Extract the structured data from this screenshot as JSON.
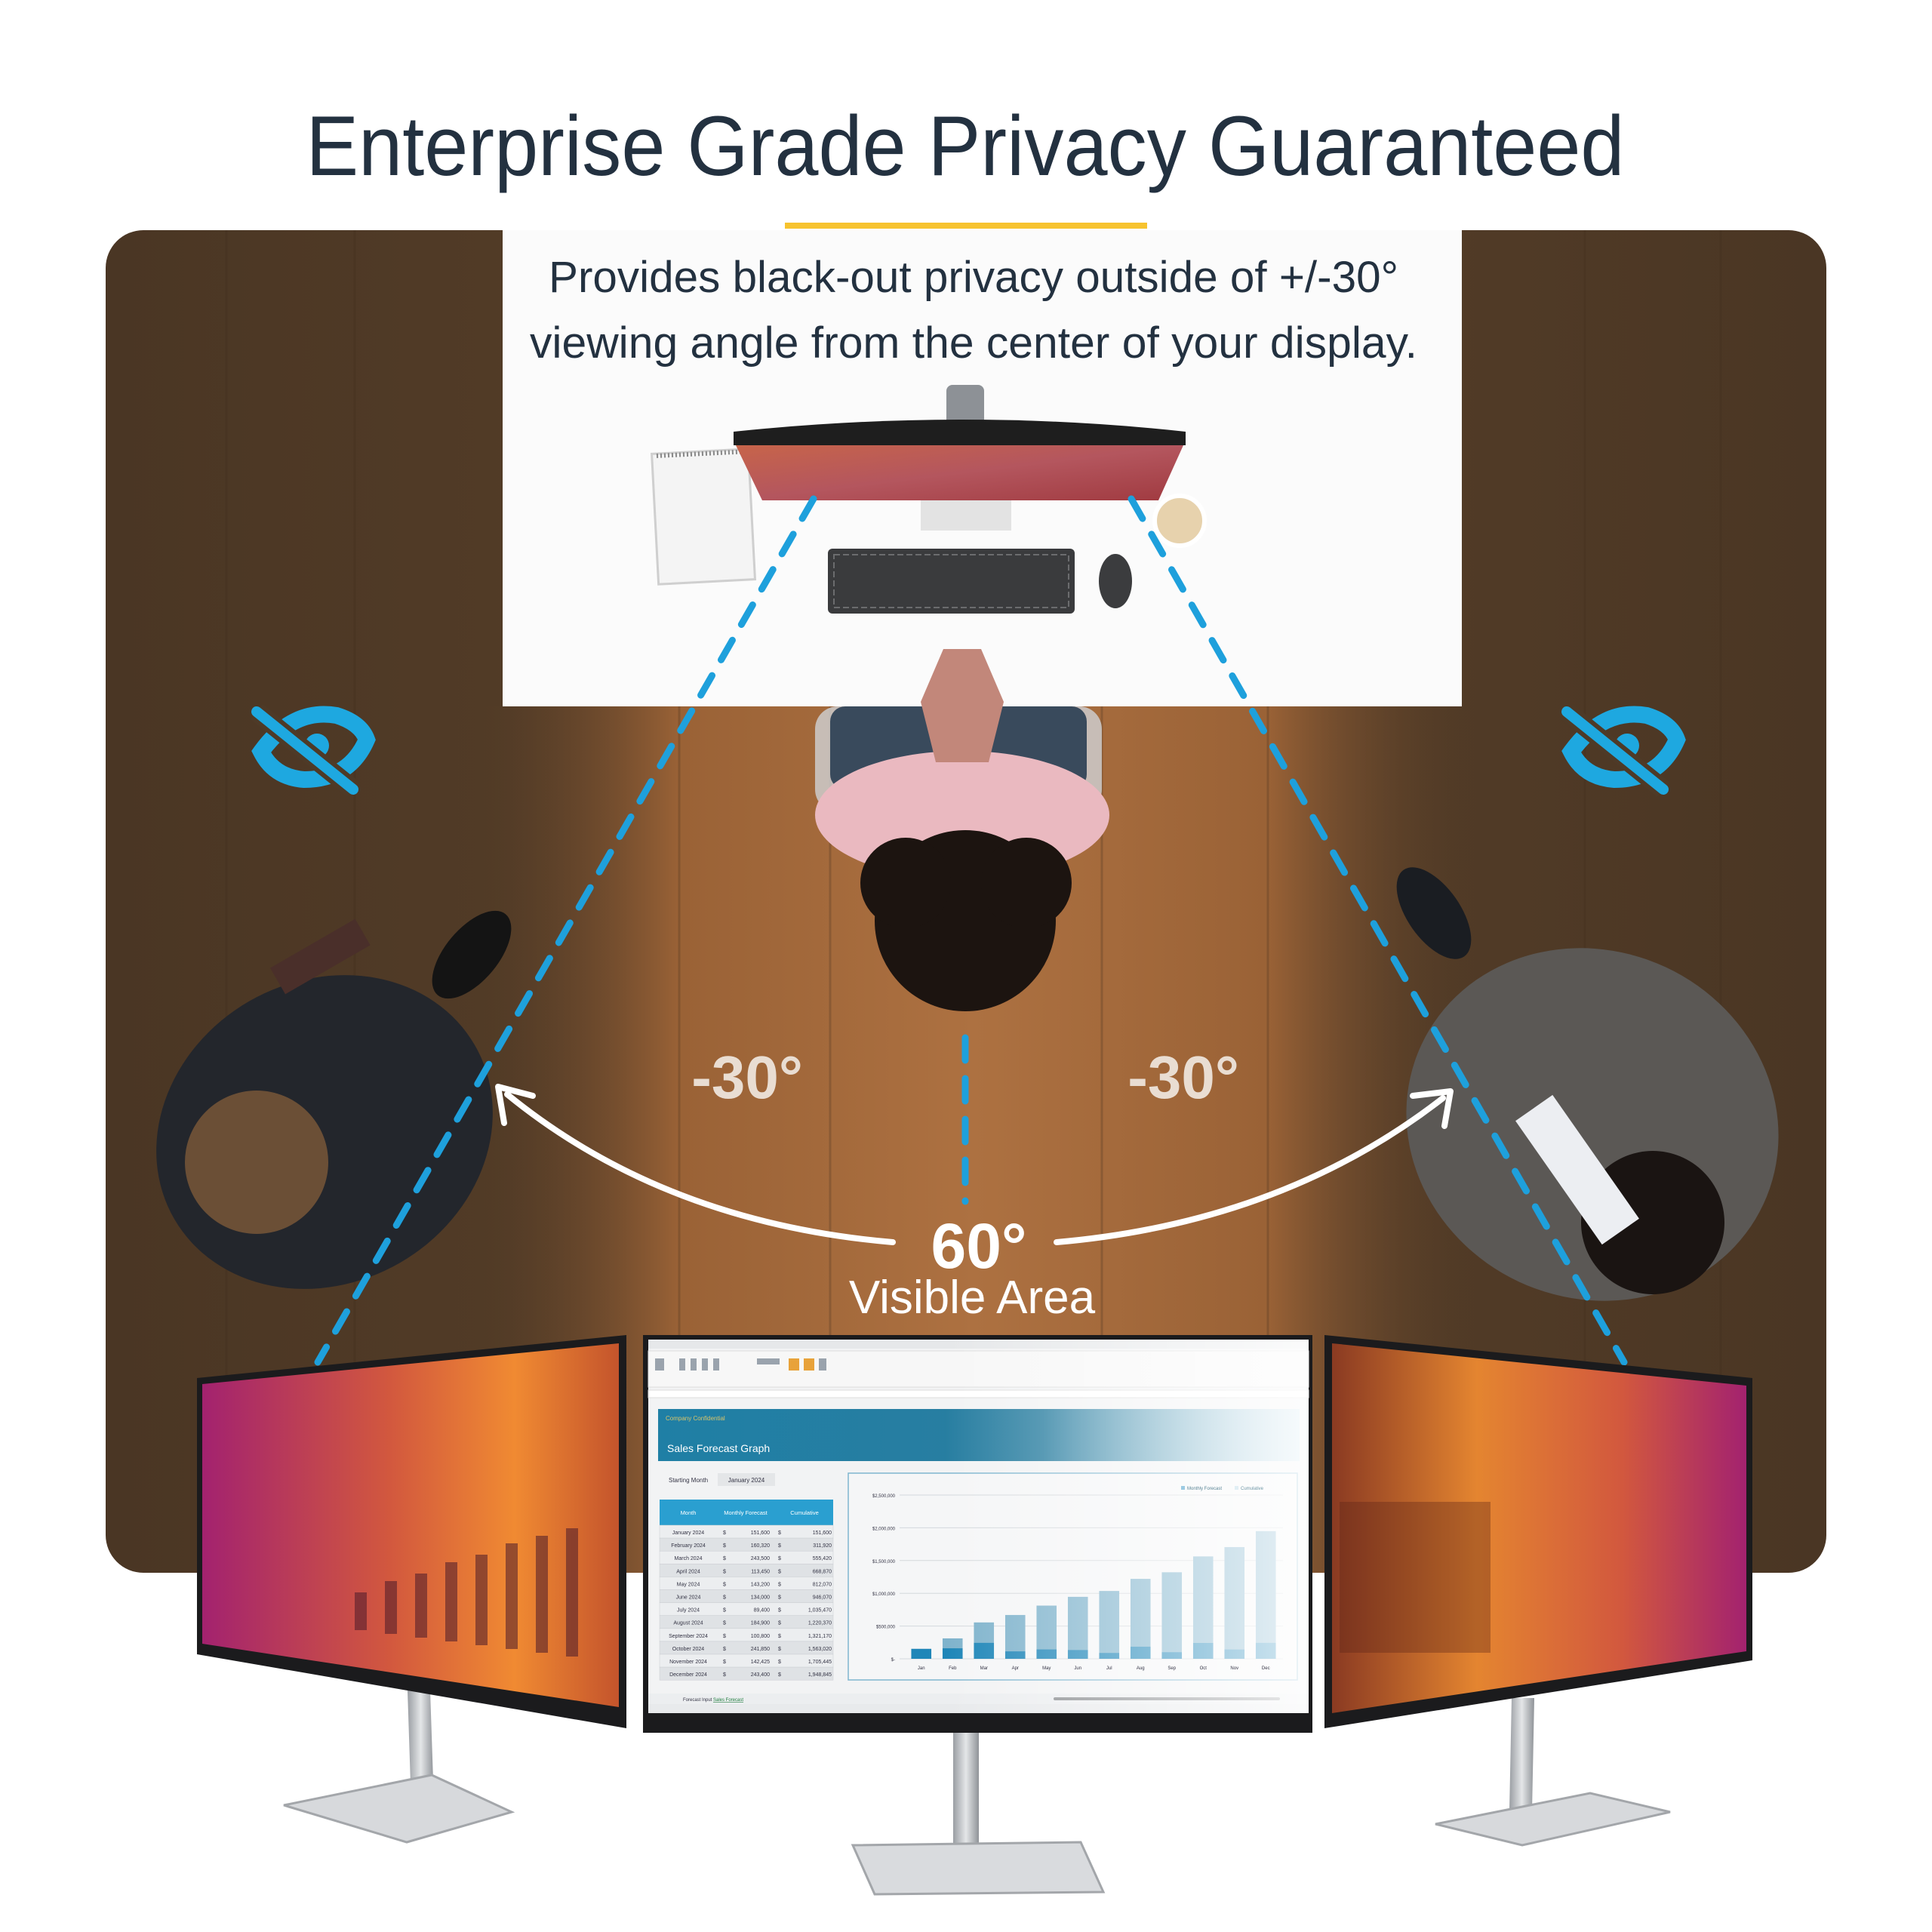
{
  "title": "Enterprise Grade Privacy Guaranteed",
  "subtitle_lines": [
    "Provides black-out privacy outside of +/-30°",
    "viewing angle from the center of your display."
  ],
  "angle_labels": {
    "left": "-30°",
    "right": "-30°",
    "center": "60°",
    "center_caption": "Visible Area"
  },
  "icons": {
    "left_privacy": "eye-slash-icon",
    "right_privacy": "eye-slash-icon"
  },
  "colors": {
    "title": "#233140",
    "accent_yellow": "#f7c32e",
    "line_blue": "#1ea0dc",
    "icon_blue": "#1ea8e0",
    "wood_dark": "#4e3a27",
    "wood_light": "#a36a3b",
    "privacy_magenta": "#b02a78",
    "privacy_orange": "#e8822e",
    "sheet_banner": "#1f7fa5"
  },
  "screen": {
    "banner_tag": "Company Confidential",
    "banner_title": "Sales Forecast Graph",
    "starting_month_label": "Starting Month",
    "starting_month_value": "January 2024",
    "table_headers": [
      "Month",
      "Monthly Forecast",
      "Cumulative"
    ],
    "currency_symbol": "$",
    "rows": [
      {
        "month": "January 2024",
        "monthly": "151,600",
        "cumulative": "151,600"
      },
      {
        "month": "February 2024",
        "monthly": "160,320",
        "cumulative": "311,920"
      },
      {
        "month": "March 2024",
        "monthly": "243,500",
        "cumulative": "555,420"
      },
      {
        "month": "April 2024",
        "monthly": "113,450",
        "cumulative": "668,870"
      },
      {
        "month": "May 2024",
        "monthly": "143,200",
        "cumulative": "812,070"
      },
      {
        "month": "June 2024",
        "monthly": "134,000",
        "cumulative": "946,070"
      },
      {
        "month": "July 2024",
        "monthly": "89,400",
        "cumulative": "1,035,470"
      },
      {
        "month": "August 2024",
        "monthly": "184,900",
        "cumulative": "1,220,370"
      },
      {
        "month": "September 2024",
        "monthly": "100,800",
        "cumulative": "1,321,170"
      },
      {
        "month": "October 2024",
        "monthly": "241,850",
        "cumulative": "1,563,020"
      },
      {
        "month": "November 2024",
        "monthly": "142,425",
        "cumulative": "1,705,445"
      },
      {
        "month": "December 2024",
        "monthly": "243,400",
        "cumulative": "1,948,845"
      }
    ],
    "sheet_tabs": [
      "Forecast Input",
      "Sales Forecast"
    ],
    "chart_data": {
      "type": "bar",
      "categories": [
        "Jan",
        "Feb",
        "Mar",
        "Apr",
        "May",
        "Jun",
        "Jul",
        "Aug",
        "Sep",
        "Oct",
        "Nov",
        "Dec"
      ],
      "series": [
        {
          "name": "Monthly Forecast",
          "values": [
            151600,
            160320,
            243500,
            113450,
            143200,
            134000,
            89400,
            184900,
            100800,
            241850,
            142425,
            243400
          ]
        },
        {
          "name": "Cumulative",
          "values": [
            151600,
            311920,
            555420,
            668870,
            812070,
            946070,
            1035470,
            1220370,
            1321170,
            1563020,
            1705445,
            1948845
          ]
        }
      ],
      "y_ticks": [
        "$2,500,000",
        "$2,000,000",
        "$1,500,000",
        "$1,000,000",
        "$500,000",
        "$-"
      ],
      "ylim": [
        0,
        2500000
      ],
      "grid": true,
      "legend": "top-right"
    }
  }
}
